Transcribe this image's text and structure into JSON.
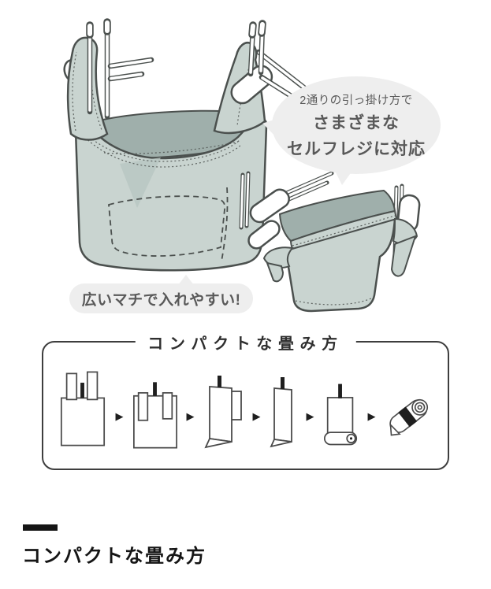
{
  "colors": {
    "bag": "#c9d4d0",
    "bag_interior": "#9fafab",
    "bag_shade": "#b8c6c2",
    "outline": "#4b504e",
    "bubble_bg": "#eeeeee",
    "bubble_text": "#595959",
    "box_border": "#3e3e3e",
    "heading_text": "#151515",
    "fold_black": "#1f1f1f"
  },
  "hang_bubble": {
    "line1": "2通りの引っ掛け方で",
    "line2": "さまざまな",
    "line3": "セルフレジに対応"
  },
  "gusset_bubble": {
    "text": "広いマチで入れやすい!"
  },
  "folding_box": {
    "title": "コンパクトな畳み方",
    "arrow_glyph": "▶"
  },
  "footer": {
    "heading": "コンパクトな畳み方"
  }
}
